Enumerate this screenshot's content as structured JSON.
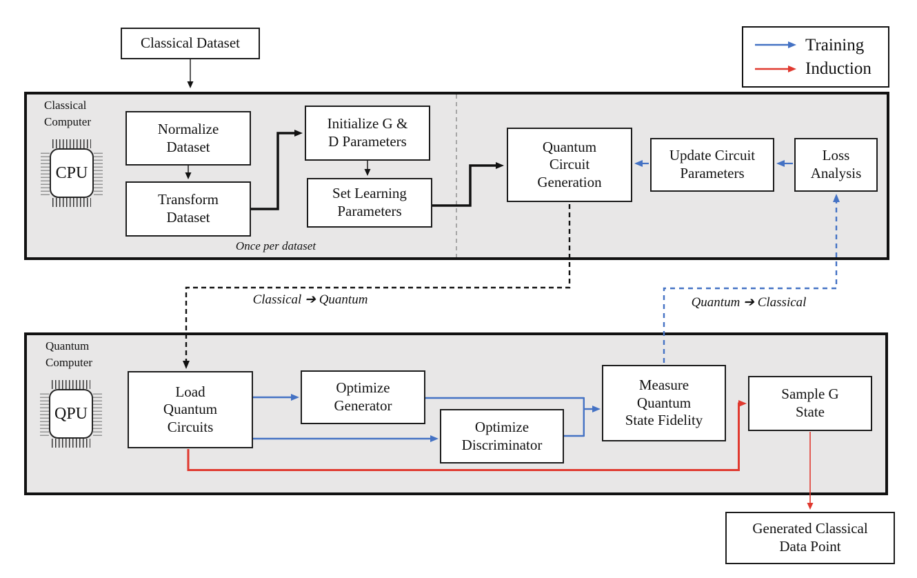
{
  "colors": {
    "training_blue": "#4472c4",
    "induction_red": "#e0392f",
    "section_fill": "#e8e7e7"
  },
  "legend": {
    "training": "Training",
    "induction": "Induction"
  },
  "sections": {
    "classical": {
      "label": "Classical\nComputer",
      "chip": "CPU",
      "note": "Once per dataset"
    },
    "quantum": {
      "label": "Quantum\nComputer",
      "chip": "QPU"
    }
  },
  "nodes": {
    "classical_dataset": "Classical Dataset",
    "normalize": "Normalize\nDataset",
    "transform": "Transform\nDataset",
    "initialize": "Initialize G &\nD Parameters",
    "set_learning": "Set Learning\nParameters",
    "qcg": "Quantum\nCircuit\nGeneration",
    "update_params": "Update Circuit\nParameters",
    "loss": "Loss\nAnalysis",
    "load_circuits": "Load\nQuantum\nCircuits",
    "opt_generator": "Optimize\nGenerator",
    "opt_discriminator": "Optimize\nDiscriminator",
    "measure": "Measure\nQuantum\nState Fidelity",
    "sample": "Sample G\nState",
    "generated": "Generated Classical\nData Point"
  },
  "transfers": {
    "c2q": "Classical  ➔ Quantum",
    "q2c": "Quantum ➔ Classical"
  }
}
